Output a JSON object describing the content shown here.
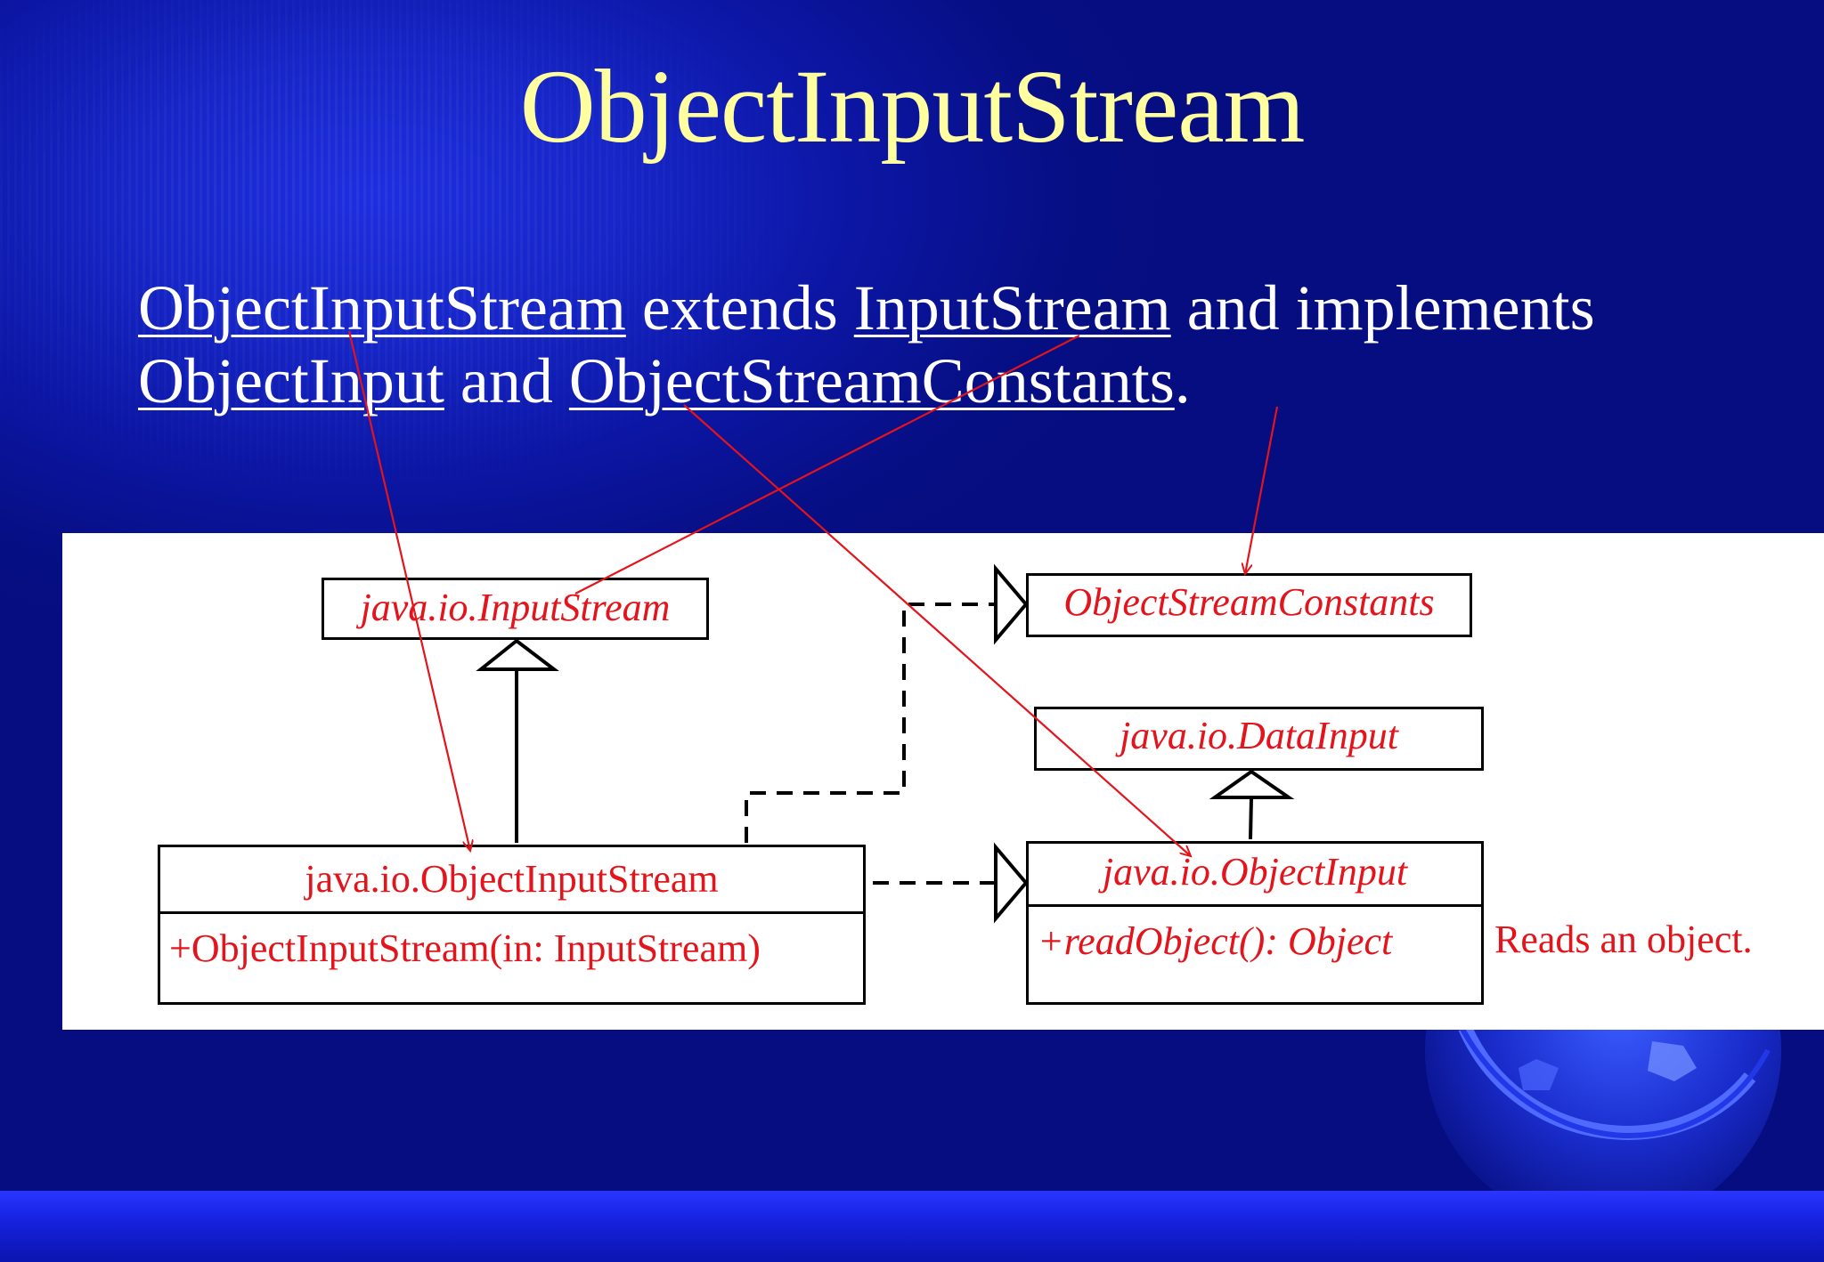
{
  "slide": {
    "title": "ObjectInputStream",
    "description": {
      "part1_link": "ObjectInputStream",
      "part2": " extends ",
      "part3_link": "InputStream",
      "part4": " and implements ",
      "part5_link": "ObjectInput",
      "part6": " and ",
      "part7_link": "ObjectStreamConstants",
      "part8": "."
    }
  },
  "diagram": {
    "classes": {
      "input_stream": "java.io.InputStream",
      "object_stream_constants": "ObjectStreamConstants",
      "data_input": "java.io.DataInput",
      "object_input_stream": {
        "name": "java.io.ObjectInputStream",
        "constructor": "+ObjectInputStream(in: InputStream)"
      },
      "object_input": {
        "name": "java.io.ObjectInput",
        "method": "+readObject(): Object"
      }
    },
    "note": "Reads an object."
  },
  "colors": {
    "title": "#ffffa0",
    "body_text": "#ffffff",
    "uml_text": "#e3141b",
    "annotation_arrows": "#e3141b",
    "background": "#0a139a"
  }
}
